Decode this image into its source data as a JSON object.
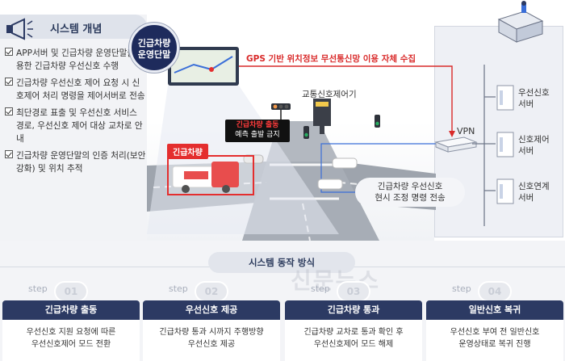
{
  "concept": {
    "title": "시스템 개념",
    "items": [
      "APP서버 및 긴급차량 운영단말을 활용한 긴급차량 우선신호 수행",
      "긴급차량 우선신호 제어 요청 시 신호제어 처리 명령을 제어서버로 전송",
      "최단경로 표출 및 우선신호 서비스 경로, 우선신호 제어 대상 교차로 안내",
      "긴급차량 운영단말의 인증 처리(보안강화) 및 위치 추적"
    ]
  },
  "scene": {
    "terminal_tag": [
      "긴급차량",
      "운영단말"
    ],
    "gps_label": "GPS 기반 위치정보 무선통신망 이용 자체 수집",
    "signal_controller_label": "교통신호제어기",
    "warning_sign": [
      "긴급차량 출동",
      "예측 출발 금지"
    ],
    "emergency_vehicle_label": "긴급차량",
    "command_label": [
      "긴급차량 우선신호",
      "현시 조정 명령 전송"
    ],
    "vpn_label": "VPN",
    "servers": [
      [
        "우선신호",
        "서버"
      ],
      [
        "신호제어",
        "서버"
      ],
      [
        "신호연계",
        "서버"
      ]
    ]
  },
  "process": {
    "title": "시스템 동작 방식",
    "watermark": "신문뉴스",
    "step_word": "step",
    "steps": [
      {
        "num": "01",
        "title": "긴급차량 출동",
        "desc": [
          "우선신호 지원 요청에 따른",
          "우선신호제어 모드 전환"
        ]
      },
      {
        "num": "02",
        "title": "우선신호 제공",
        "desc": [
          "긴급차량 통과 시까지 주행방향",
          "우선신호 제공"
        ]
      },
      {
        "num": "03",
        "title": "긴급차량 통과",
        "desc": [
          "긴급차량 교차로 통과 확인 후",
          "우선신호제어 모드 해제"
        ]
      },
      {
        "num": "04",
        "title": "일반신호 복귀",
        "desc": [
          "우선신호 부여 전 일반신호",
          "운영상태로 복귀 진행"
        ]
      }
    ]
  },
  "colors": {
    "navy": "#2c3a63",
    "accent_red": "#e42e2e",
    "panel_gray": "#f2f3f6"
  }
}
